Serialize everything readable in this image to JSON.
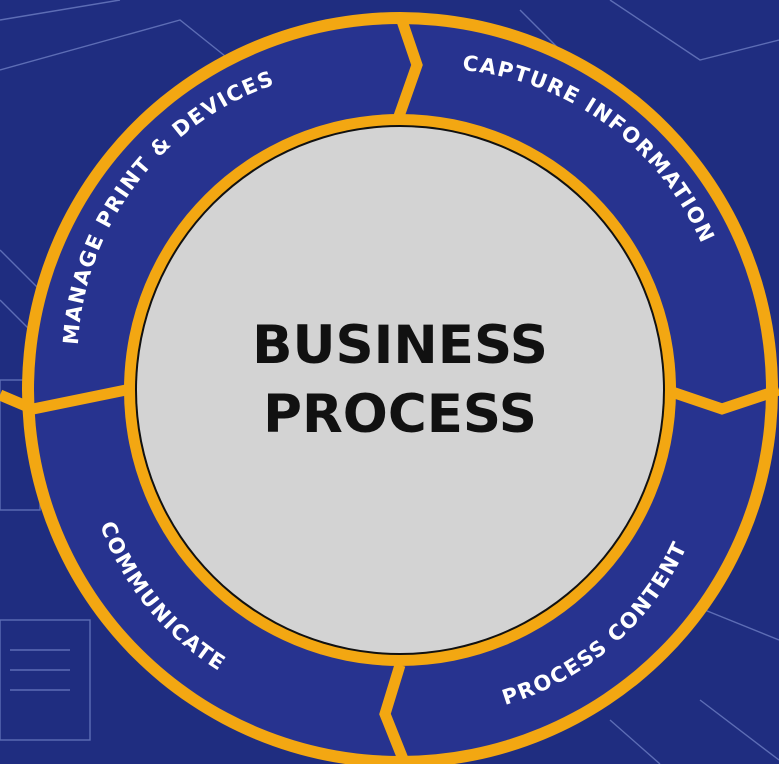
{
  "center": {
    "lines": [
      "BUSINESS",
      "PROCESS"
    ]
  },
  "segments": [
    {
      "id": "capture",
      "label": "CAPTURE INFORMATION"
    },
    {
      "id": "process",
      "label": "PROCESS CONTENT"
    },
    {
      "id": "communicate",
      "label": "COMMUNICATE"
    },
    {
      "id": "manage",
      "label": "MANAGE PRINT & DEVICES"
    }
  ],
  "colors": {
    "background": "#1f2d80",
    "ring": "#27338f",
    "divider": "#f3a712",
    "center_fill": "#d3d3d3",
    "center_text": "#111111",
    "label_text": "#ffffff"
  }
}
